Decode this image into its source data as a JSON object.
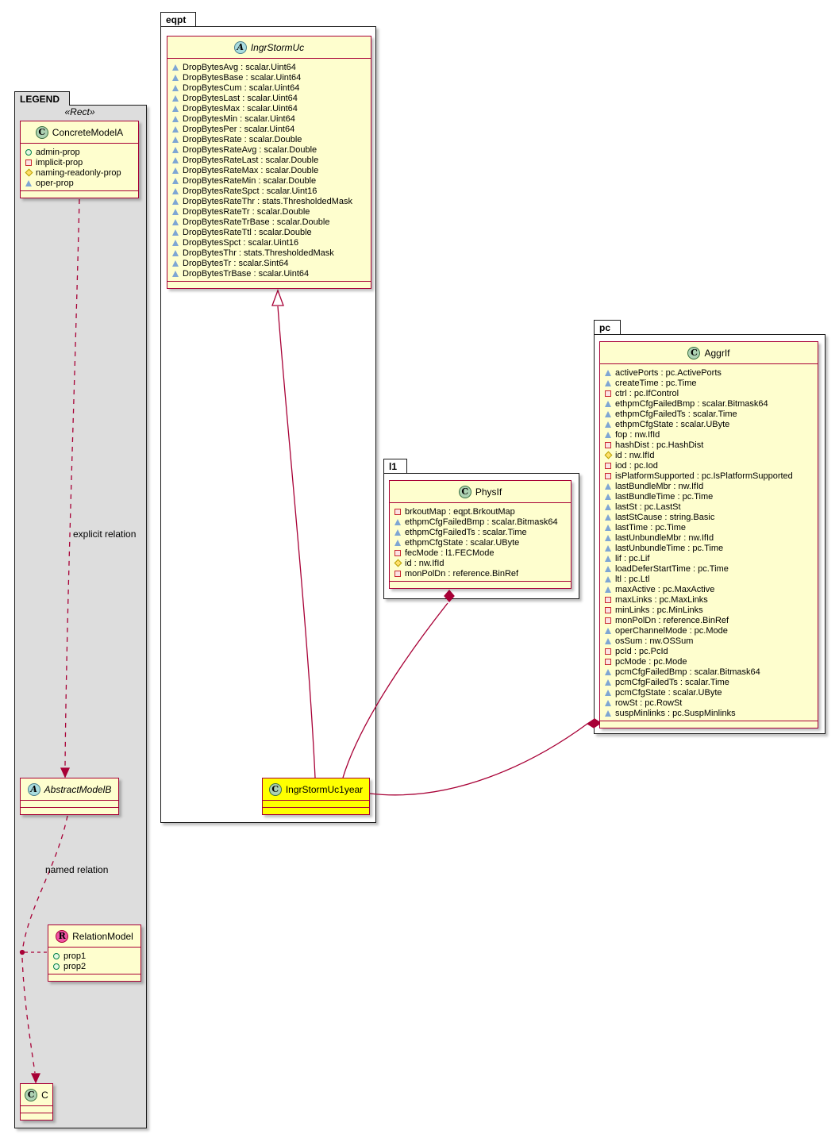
{
  "colors": {
    "class_bg": "#FEFECE",
    "class_border": "#A80036",
    "highlight_bg": "#FFFF00",
    "legend_bg": "#DDDDDD",
    "relation_line": "#A80036"
  },
  "legend": {
    "title": "LEGEND",
    "stereotype": "«Rect»",
    "explicit_relation_label": "explicit relation",
    "named_relation_label": "named relation",
    "concrete_model_a": {
      "spot": "C",
      "name": "ConcreteModelA",
      "members": [
        {
          "icon": "admin",
          "text": "admin-prop"
        },
        {
          "icon": "implicit",
          "text": "implicit-prop"
        },
        {
          "icon": "naming-readonly",
          "text": "naming-readonly-prop"
        },
        {
          "icon": "oper",
          "text": "oper-prop"
        }
      ]
    },
    "abstract_model_b": {
      "spot": "A",
      "name": "AbstractModelB"
    },
    "relation_model": {
      "spot": "R",
      "name": "RelationModel",
      "members": [
        {
          "icon": "admin",
          "text": "prop1"
        },
        {
          "icon": "admin",
          "text": "prop2"
        }
      ]
    },
    "class_c": {
      "spot": "C",
      "name": "C"
    }
  },
  "packages": {
    "eqpt": {
      "name": "eqpt"
    },
    "l1": {
      "name": "l1"
    },
    "pc": {
      "name": "pc"
    }
  },
  "classes": {
    "ingr_storm_uc": {
      "spot": "A",
      "name": "IngrStormUc",
      "members": [
        {
          "icon": "oper",
          "text": "DropBytesAvg : scalar.Uint64"
        },
        {
          "icon": "oper",
          "text": "DropBytesBase : scalar.Uint64"
        },
        {
          "icon": "oper",
          "text": "DropBytesCum : scalar.Uint64"
        },
        {
          "icon": "oper",
          "text": "DropBytesLast : scalar.Uint64"
        },
        {
          "icon": "oper",
          "text": "DropBytesMax : scalar.Uint64"
        },
        {
          "icon": "oper",
          "text": "DropBytesMin : scalar.Uint64"
        },
        {
          "icon": "oper",
          "text": "DropBytesPer : scalar.Uint64"
        },
        {
          "icon": "oper",
          "text": "DropBytesRate : scalar.Double"
        },
        {
          "icon": "oper",
          "text": "DropBytesRateAvg : scalar.Double"
        },
        {
          "icon": "oper",
          "text": "DropBytesRateLast : scalar.Double"
        },
        {
          "icon": "oper",
          "text": "DropBytesRateMax : scalar.Double"
        },
        {
          "icon": "oper",
          "text": "DropBytesRateMin : scalar.Double"
        },
        {
          "icon": "oper",
          "text": "DropBytesRateSpct : scalar.Uint16"
        },
        {
          "icon": "oper",
          "text": "DropBytesRateThr : stats.ThresholdedMask"
        },
        {
          "icon": "oper",
          "text": "DropBytesRateTr : scalar.Double"
        },
        {
          "icon": "oper",
          "text": "DropBytesRateTrBase : scalar.Double"
        },
        {
          "icon": "oper",
          "text": "DropBytesRateTtl : scalar.Double"
        },
        {
          "icon": "oper",
          "text": "DropBytesSpct : scalar.Uint16"
        },
        {
          "icon": "oper",
          "text": "DropBytesThr : stats.ThresholdedMask"
        },
        {
          "icon": "oper",
          "text": "DropBytesTr : scalar.Sint64"
        },
        {
          "icon": "oper",
          "text": "DropBytesTrBase : scalar.Uint64"
        }
      ]
    },
    "ingr_storm_uc_1year": {
      "spot": "C",
      "name": "IngrStormUc1year"
    },
    "phys_if": {
      "spot": "C",
      "name": "PhysIf",
      "members": [
        {
          "icon": "implicit",
          "text": "brkoutMap : eqpt.BrkoutMap"
        },
        {
          "icon": "oper",
          "text": "ethpmCfgFailedBmp : scalar.Bitmask64"
        },
        {
          "icon": "oper",
          "text": "ethpmCfgFailedTs : scalar.Time"
        },
        {
          "icon": "oper",
          "text": "ethpmCfgState : scalar.UByte"
        },
        {
          "icon": "implicit",
          "text": "fecMode : l1.FECMode"
        },
        {
          "icon": "naming-readonly",
          "text": "id : nw.IfId"
        },
        {
          "icon": "implicit",
          "text": "monPolDn : reference.BinRef"
        }
      ]
    },
    "aggr_if": {
      "spot": "C",
      "name": "AggrIf",
      "members": [
        {
          "icon": "oper",
          "text": "activePorts : pc.ActivePorts"
        },
        {
          "icon": "oper",
          "text": "createTime : pc.Time"
        },
        {
          "icon": "implicit",
          "text": "ctrl : pc.IfControl"
        },
        {
          "icon": "oper",
          "text": "ethpmCfgFailedBmp : scalar.Bitmask64"
        },
        {
          "icon": "oper",
          "text": "ethpmCfgFailedTs : scalar.Time"
        },
        {
          "icon": "oper",
          "text": "ethpmCfgState : scalar.UByte"
        },
        {
          "icon": "oper",
          "text": "fop : nw.IfId"
        },
        {
          "icon": "implicit",
          "text": "hashDist : pc.HashDist"
        },
        {
          "icon": "naming-readonly",
          "text": "id : nw.IfId"
        },
        {
          "icon": "implicit",
          "text": "iod : pc.Iod"
        },
        {
          "icon": "implicit",
          "text": "isPlatformSupported : pc.IsPlatformSupported"
        },
        {
          "icon": "oper",
          "text": "lastBundleMbr : nw.IfId"
        },
        {
          "icon": "oper",
          "text": "lastBundleTime : pc.Time"
        },
        {
          "icon": "oper",
          "text": "lastSt : pc.LastSt"
        },
        {
          "icon": "oper",
          "text": "lastStCause : string.Basic"
        },
        {
          "icon": "oper",
          "text": "lastTime : pc.Time"
        },
        {
          "icon": "oper",
          "text": "lastUnbundleMbr : nw.IfId"
        },
        {
          "icon": "oper",
          "text": "lastUnbundleTime : pc.Time"
        },
        {
          "icon": "oper",
          "text": "lif : pc.Lif"
        },
        {
          "icon": "oper",
          "text": "loadDeferStartTime : pc.Time"
        },
        {
          "icon": "oper",
          "text": "ltl : pc.Ltl"
        },
        {
          "icon": "oper",
          "text": "maxActive : pc.MaxActive"
        },
        {
          "icon": "implicit",
          "text": "maxLinks : pc.MaxLinks"
        },
        {
          "icon": "implicit",
          "text": "minLinks : pc.MinLinks"
        },
        {
          "icon": "implicit",
          "text": "monPolDn : reference.BinRef"
        },
        {
          "icon": "oper",
          "text": "operChannelMode : pc.Mode"
        },
        {
          "icon": "oper",
          "text": "osSum : nw.OSSum"
        },
        {
          "icon": "implicit",
          "text": "pcId : pc.PcId"
        },
        {
          "icon": "implicit",
          "text": "pcMode : pc.Mode"
        },
        {
          "icon": "oper",
          "text": "pcmCfgFailedBmp : scalar.Bitmask64"
        },
        {
          "icon": "oper",
          "text": "pcmCfgFailedTs : scalar.Time"
        },
        {
          "icon": "oper",
          "text": "pcmCfgState : scalar.UByte"
        },
        {
          "icon": "oper",
          "text": "rowSt : pc.RowSt"
        },
        {
          "icon": "oper",
          "text": "suspMinlinks : pc.SuspMinlinks"
        }
      ]
    }
  }
}
